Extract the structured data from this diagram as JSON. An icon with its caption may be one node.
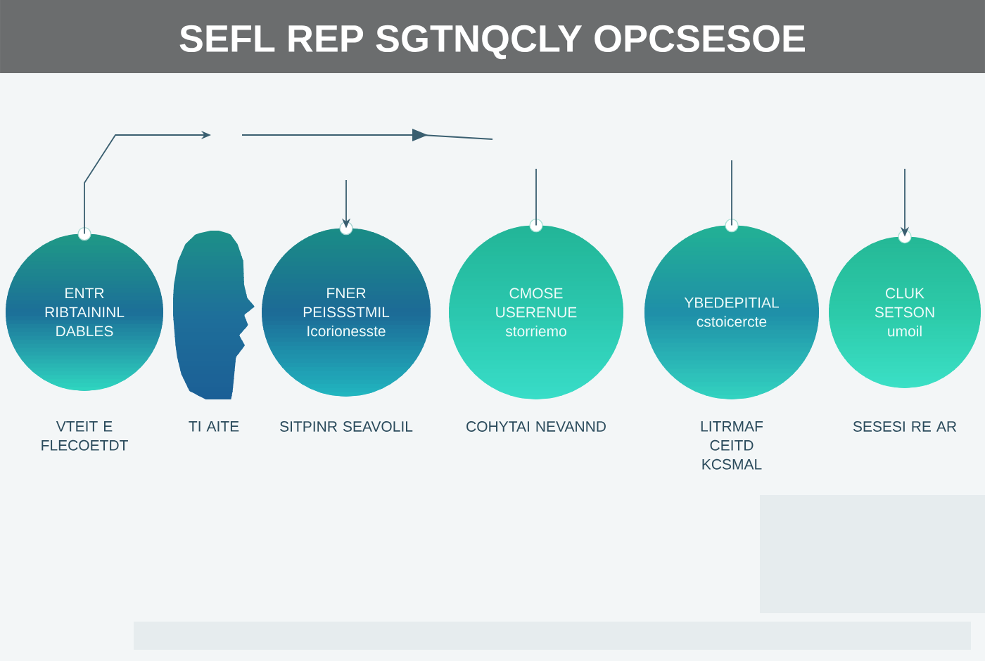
{
  "diagram": {
    "title": "SEFL REP SGTNQCLY OPCSESOE",
    "nodes": [
      {
        "text": [
          "ENTR RIBTAININL DABLES"
        ],
        "beside": [
          "VTEIT E FLECOETDT"
        ]
      },
      {
        "text": [],
        "shape": "person",
        "beside": [
          "TI AITE"
        ]
      },
      {
        "text": [
          "FNER PEISSSTMIL Icorionesste"
        ],
        "beside": [
          "SITPINR SEAVOLIL"
        ]
      },
      {
        "text": [
          "CMOSE USERENUE storriemo"
        ],
        "beside": [
          "COHYTAI NEVANND"
        ]
      },
      {
        "text": [
          "YBEDEPITIAL cstoicercte"
        ],
        "beside": [
          "LITRMAF CEITD KCSMAL"
        ]
      },
      {
        "text": [
          "CLUK SETSON umoil"
        ],
        "beside": [
          "SESESI RE AR"
        ]
      }
    ],
    "edges": [
      {
        "from": 0,
        "to": null,
        "arrow": "to"
      },
      {
        "from": null,
        "to": 2,
        "arrow": "to"
      },
      {
        "from": null,
        "to": 3,
        "arrow": "none"
      },
      {
        "from": null,
        "to": 4,
        "arrow": "none"
      },
      {
        "from": null,
        "to": 5,
        "arrow": "to"
      }
    ]
  }
}
